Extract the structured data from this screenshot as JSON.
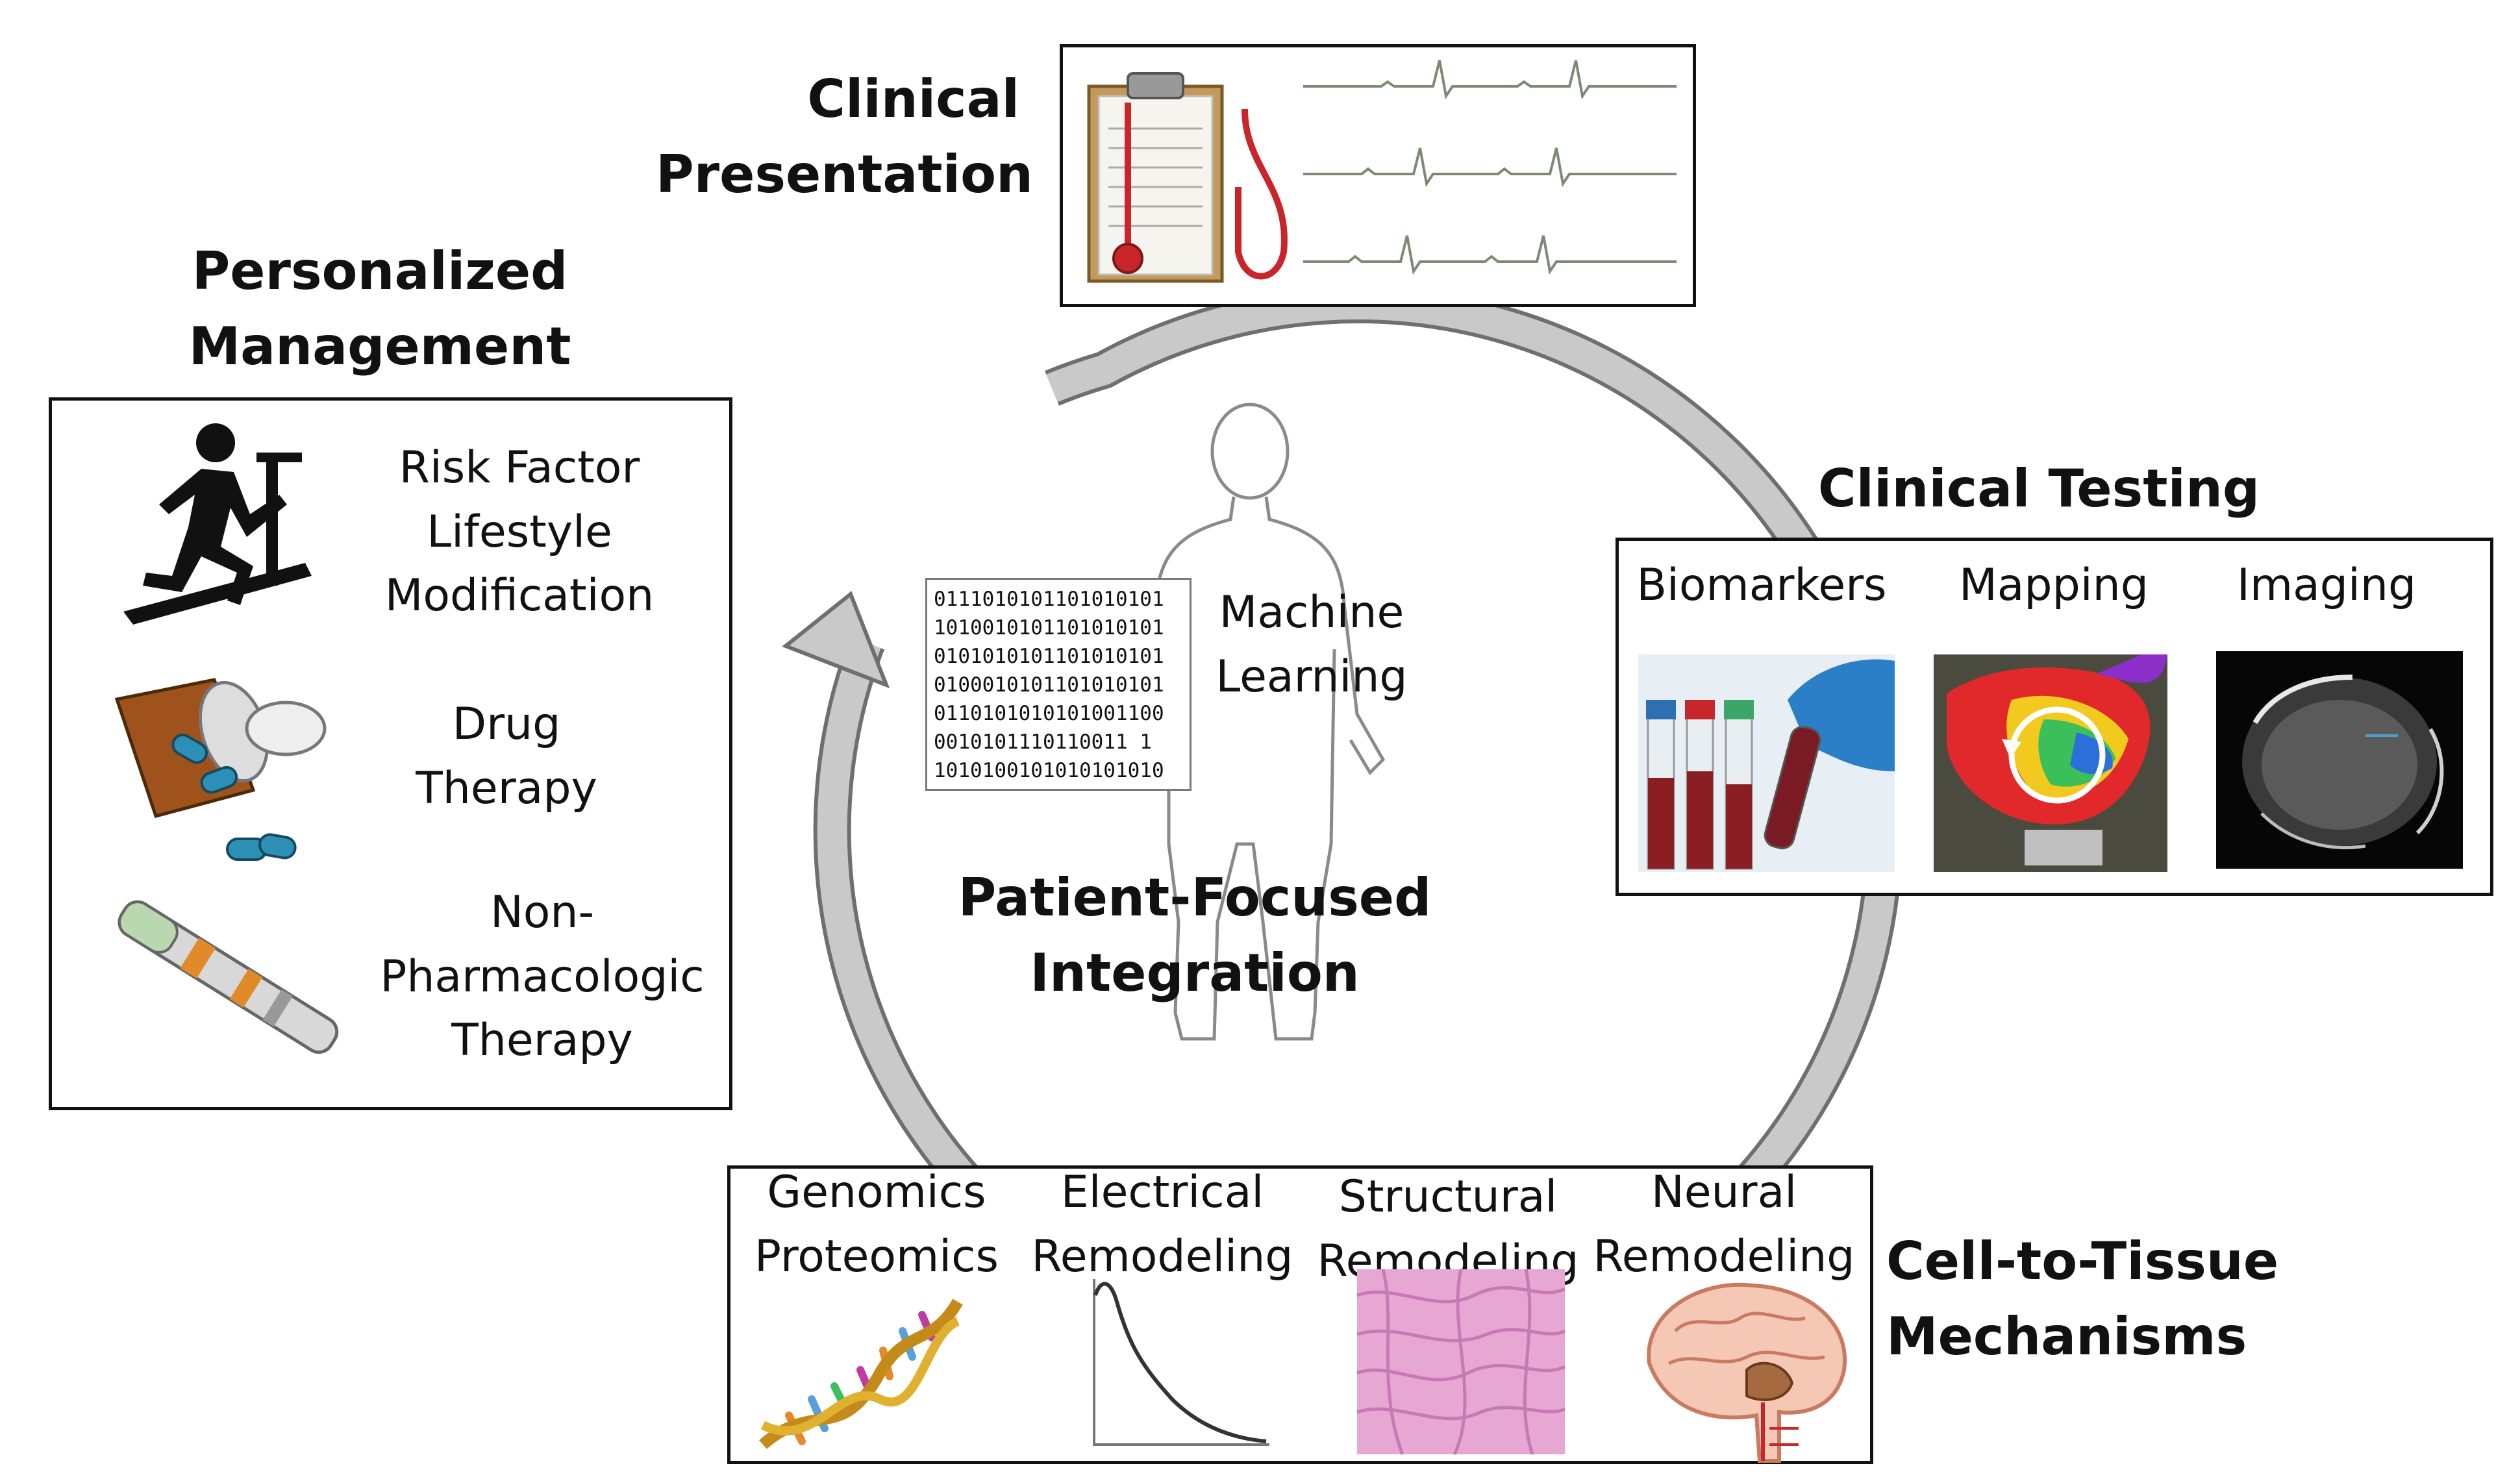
{
  "clinical_presentation": {
    "title_lines": [
      "Clinical",
      "Presentation"
    ]
  },
  "personalized_management": {
    "title_lines": [
      "Personalized",
      "Management"
    ],
    "items": [
      {
        "lines": [
          "Risk Factor",
          "Lifestyle",
          "Modification"
        ]
      },
      {
        "lines": [
          "Drug",
          "Therapy"
        ]
      },
      {
        "lines": [
          "Non-",
          "Pharmacologic",
          "Therapy"
        ]
      }
    ]
  },
  "clinical_testing": {
    "title": "Clinical Testing",
    "columns": [
      "Biomarkers",
      "Mapping",
      "Imaging"
    ]
  },
  "center": {
    "title_lines": [
      "Patient-Focused",
      "Integration"
    ],
    "ml_lines": [
      "Machine",
      "Learning"
    ],
    "binary_rows": [
      "0111010101101010101",
      "1010010101101010101",
      "0101010101101010101",
      "0100010101101010101",
      "0110101010101001100",
      "0010101110110011 1",
      "1010100101010101010"
    ]
  },
  "cell_to_tissue": {
    "title_lines": [
      "Cell-to-Tissue",
      "Mechanisms"
    ],
    "columns": [
      {
        "lines": [
          "Genomics",
          "Proteomics"
        ]
      },
      {
        "lines": [
          "Electrical",
          "Remodeling"
        ]
      },
      {
        "lines": [
          "Structural",
          "Remodeling"
        ]
      },
      {
        "lines": [
          "Neural",
          "Remodeling"
        ]
      }
    ]
  },
  "colors": {
    "arrow_fill": "#c9c9c9",
    "arrow_stroke": "#6f6f6f",
    "border": "#111111",
    "ecg": "#7a8a74",
    "stethoscope": "#c8262b"
  }
}
